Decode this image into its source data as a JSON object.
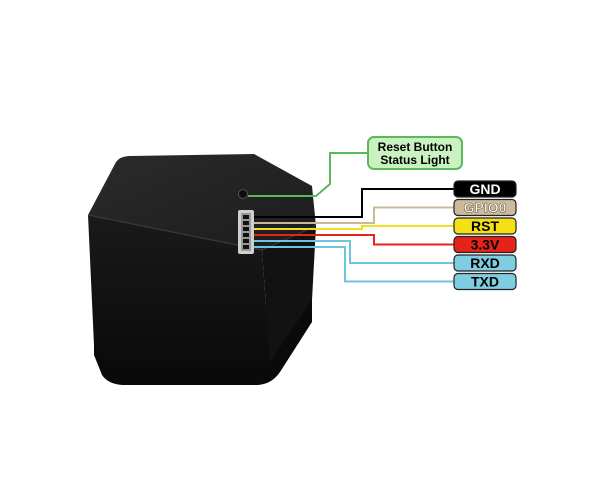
{
  "callout": {
    "line1": "Reset Button",
    "line2": "Status Light",
    "color": "#5cb85c",
    "fill": "#c9f2c0"
  },
  "pins": [
    {
      "label": "GND",
      "fill": "#000000",
      "text_color": "#ffffff",
      "wire": "#000000"
    },
    {
      "label": "GPIO0",
      "fill": "#cbbb9c",
      "text_color": "#ffffff",
      "wire": "#c8b99b"
    },
    {
      "label": "RST",
      "fill": "#f3e116",
      "text_color": "#000000",
      "wire": "#f3e116"
    },
    {
      "label": "3.3V",
      "fill": "#e5231b",
      "text_color": "#000000",
      "wire": "#e5231b"
    },
    {
      "label": "RXD",
      "fill": "#7fcde0",
      "text_color": "#000000",
      "wire": "#6ec4de"
    },
    {
      "label": "TXD",
      "fill": "#7fcde0",
      "text_color": "#000000",
      "wire": "#6ec4de"
    }
  ],
  "colors": {
    "device_top": "#222222",
    "device_side": "#151515",
    "device_bottom": "#0c0c0c",
    "connector": "#d9d9d9"
  }
}
